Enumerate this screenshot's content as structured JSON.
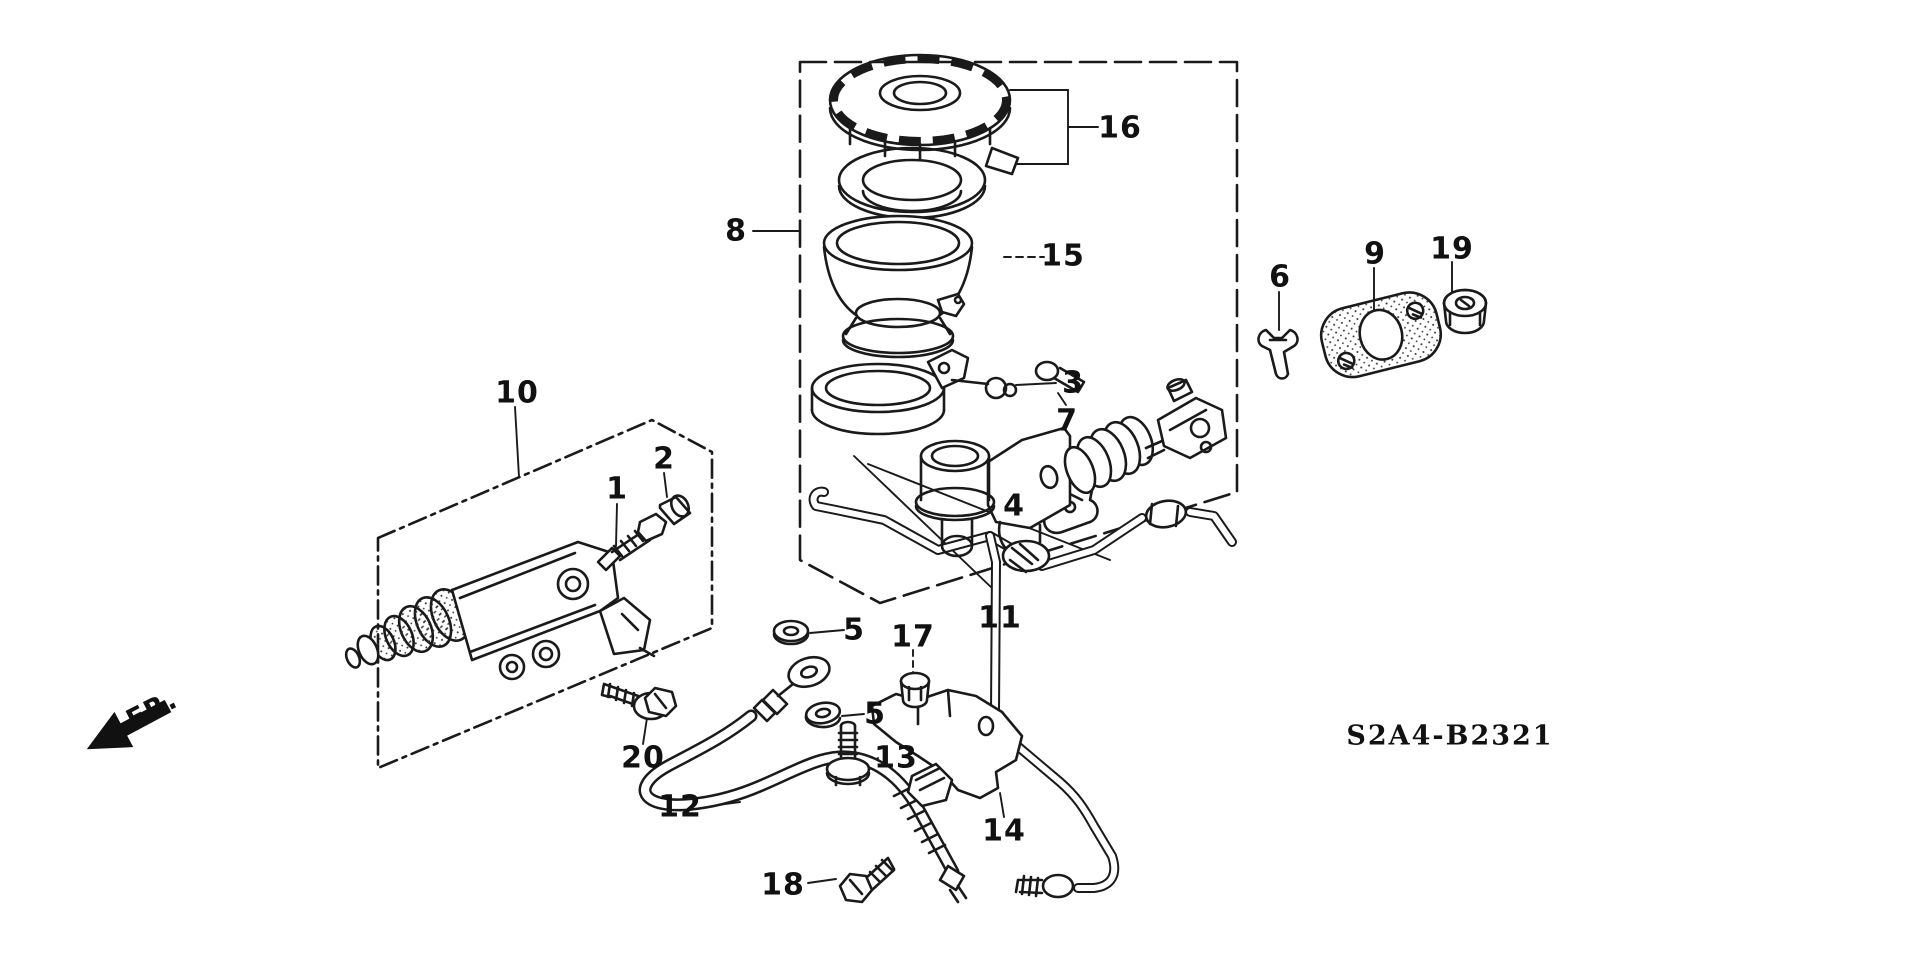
{
  "diagram": {
    "code": "S2A4-B2321",
    "direction_label": "FR.",
    "line_color": "#1a1a1a",
    "background_color": "#ffffff"
  },
  "labels": {
    "p1": "1",
    "p2": "2",
    "p3": "3",
    "p4": "4",
    "p5a": "5",
    "p5b": "5",
    "p6": "6",
    "p7": "7",
    "p8": "8",
    "p9": "9",
    "p10": "10",
    "p11": "11",
    "p12": "12",
    "p13": "13",
    "p14": "14",
    "p15": "15",
    "p16": "16",
    "p17": "17",
    "p18": "18",
    "p19": "19",
    "p20": "20"
  }
}
